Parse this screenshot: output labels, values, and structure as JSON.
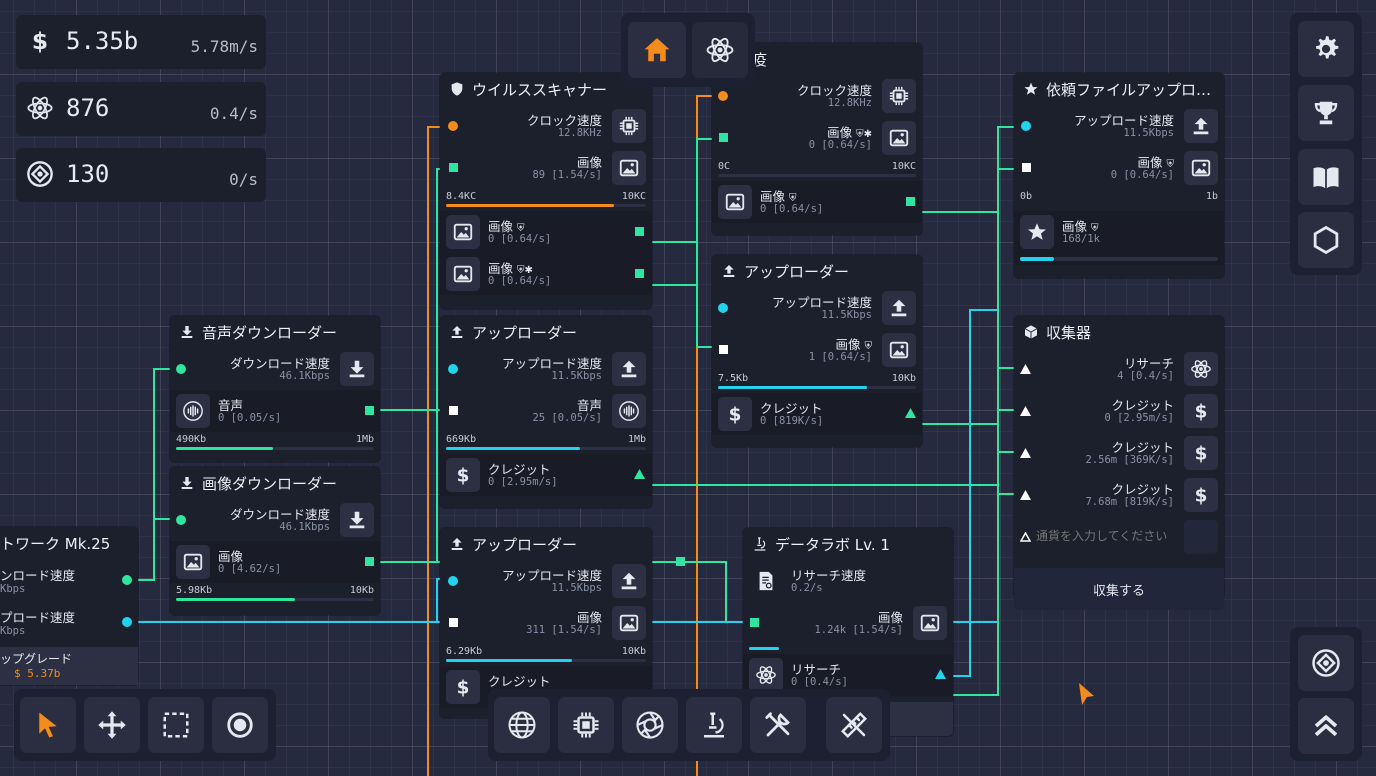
{
  "colors": {
    "accent_orange": "#f28c1c",
    "wire_green": "#2ee6a0",
    "wire_cyan": "#22d3ee",
    "wire_orange": "#f28c1c",
    "panel": "#1c1f2c"
  },
  "stats": {
    "money": {
      "value": "5.35b",
      "rate": "5.78m/s",
      "icon": "dollar-icon"
    },
    "research": {
      "value": "876",
      "rate": "0.4/s",
      "icon": "atom-icon"
    },
    "tokens": {
      "value": "130",
      "rate": "0/s",
      "icon": "token-icon"
    }
  },
  "top_tabs": [
    {
      "name": "home",
      "icon": "home-icon",
      "active": true
    },
    {
      "name": "research",
      "icon": "atom-icon",
      "active": false
    }
  ],
  "right_menu": [
    {
      "icon": "gear-icon"
    },
    {
      "icon": "trophy-icon"
    },
    {
      "icon": "book-icon"
    },
    {
      "icon": "hexagon-icon"
    }
  ],
  "right_bottom": [
    {
      "icon": "token-icon"
    },
    {
      "icon": "chevrons-up-icon"
    }
  ],
  "tools": [
    {
      "icon": "cursor-icon",
      "active": true
    },
    {
      "icon": "move-icon",
      "active": false
    },
    {
      "icon": "select-icon",
      "active": false
    },
    {
      "icon": "ring-icon",
      "active": false
    }
  ],
  "build_menu": [
    {
      "icon": "globe-icon"
    },
    {
      "icon": "chip-icon"
    },
    {
      "icon": "aperture-icon"
    },
    {
      "icon": "microscope-icon"
    },
    {
      "icon": "tools-icon"
    },
    {
      "icon": "ruler-pencil-icon"
    }
  ],
  "nodes": {
    "network": {
      "title": "トワーク Mk.25",
      "r1_label": "ンロード速度",
      "r1_sub": "Kbps",
      "r2_label": "プロード速度",
      "r2_sub": "Kbps",
      "upgrade_label": "ップグレード",
      "upgrade_cost": "$ 5.37b"
    },
    "audio_dl": {
      "title": "音声ダウンローダー",
      "speed_label": "ダウンロード速度",
      "speed_value": "46.1Kbps",
      "out_label": "音声",
      "out_sub": "0 [0.05/s]",
      "cap_left": "490Kb",
      "cap_right": "1Mb",
      "cap_fill": 0.49
    },
    "image_dl": {
      "title": "画像ダウンローダー",
      "speed_label": "ダウンロード速度",
      "speed_value": "46.1Kbps",
      "out_label": "画像",
      "out_sub": "0 [4.62/s]",
      "cap_left": "5.98Kb",
      "cap_right": "10Kb",
      "cap_fill": 0.6
    },
    "scanner": {
      "title": "ウイルススキャナー",
      "clock_label": "クロック速度",
      "clock_value": "12.8KHz",
      "in_label": "画像",
      "in_sub": "89 [1.54/s]",
      "cap_left": "8.4KC",
      "cap_right": "10KC",
      "cap_fill": 0.84,
      "out1_label": "画像",
      "out1_sub": "0 [0.64/s]",
      "out2_label": "画像",
      "out2_sub": "0 [0.64/s]"
    },
    "quarantine": {
      "title": "疫",
      "clock_label": "クロック速度",
      "clock_value": "12.8KHz",
      "in_label": "画像",
      "in_sub": "0 [0.64/s]",
      "cap_left": "0C",
      "cap_right": "10KC",
      "cap_fill": 0.0,
      "out_label": "画像",
      "out_sub": "0 [0.64/s]"
    },
    "upload_mid": {
      "title": "アップローダー",
      "speed_label": "アップロード速度",
      "speed_value": "11.5Kbps",
      "in_label": "画像",
      "in_sub": "1 [0.64/s]",
      "cap_left": "7.5Kb",
      "cap_right": "10Kb",
      "cap_fill": 0.75,
      "out_label": "クレジット",
      "out_sub": "0 [819K/s]"
    },
    "upload_audio": {
      "title": "アップローダー",
      "speed_label": "アップロード速度",
      "speed_value": "11.5Kbps",
      "in_label": "音声",
      "in_sub": "25 [0.05/s]",
      "cap_left": "669Kb",
      "cap_right": "1Mb",
      "cap_fill": 0.67,
      "out_label": "クレジット",
      "out_sub": "0 [2.95m/s]"
    },
    "upload_image": {
      "title": "アップローダー",
      "speed_label": "アップロード速度",
      "speed_value": "11.5Kbps",
      "in_label": "画像",
      "in_sub": "311 [1.54/s]",
      "cap_left": "6.29Kb",
      "cap_right": "10Kb",
      "cap_fill": 0.63,
      "out_label": "クレジット"
    },
    "request_upload": {
      "title": "依頼ファイルアップロ…",
      "speed_label": "アップロード速度",
      "speed_value": "11.5Kbps",
      "in_label": "画像",
      "in_sub": "0 [0.64/s]",
      "cap_left": "0b",
      "cap_right": "1b",
      "out_label": "画像",
      "out_sub": "168/1k",
      "out_fill": 0.17
    },
    "collector": {
      "title": "収集器",
      "items": [
        {
          "label": "リサーチ",
          "sub": "4 [0.4/s]",
          "icon": "atom-icon"
        },
        {
          "label": "クレジット",
          "sub": "0 [2.95m/s]",
          "icon": "dollar-icon"
        },
        {
          "label": "クレジット",
          "sub": "2.56m [369K/s]",
          "icon": "dollar-icon"
        },
        {
          "label": "クレジット",
          "sub": "7.68m [819K/s]",
          "icon": "dollar-icon"
        }
      ],
      "input_placeholder": "通貨を入力してください",
      "collect_label": "収集する"
    },
    "datalab": {
      "title": "データラボ Lv. 1",
      "speed_label": "リサーチ速度",
      "speed_value": "0.2/s",
      "in_label": "画像",
      "in_sub": "1.24k [1.54/s]",
      "out_label": "リサーチ",
      "out_sub": "0 [0.4/s]"
    }
  }
}
